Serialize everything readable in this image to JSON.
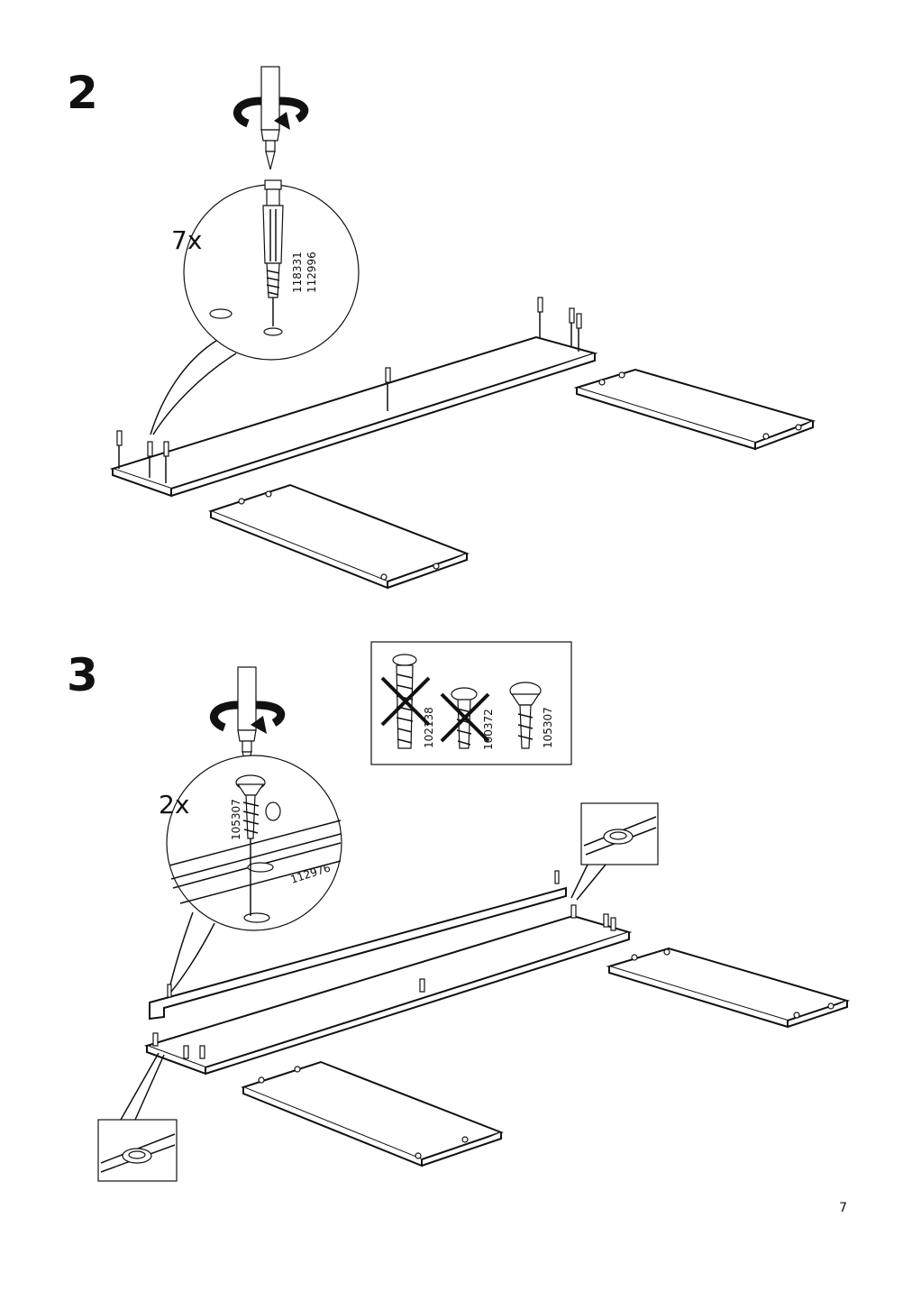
{
  "step2": {
    "number": "2",
    "quantity": "7x",
    "part_codes": [
      "118331",
      "112996"
    ]
  },
  "step3": {
    "number": "3",
    "quantity": "2x",
    "screw_code": "105307",
    "rail_code": "112976",
    "screw_options": [
      {
        "code": "102138",
        "status": "wrong"
      },
      {
        "code": "100372",
        "status": "wrong"
      },
      {
        "code": "105307",
        "status": "correct"
      }
    ]
  },
  "page_number": "7"
}
